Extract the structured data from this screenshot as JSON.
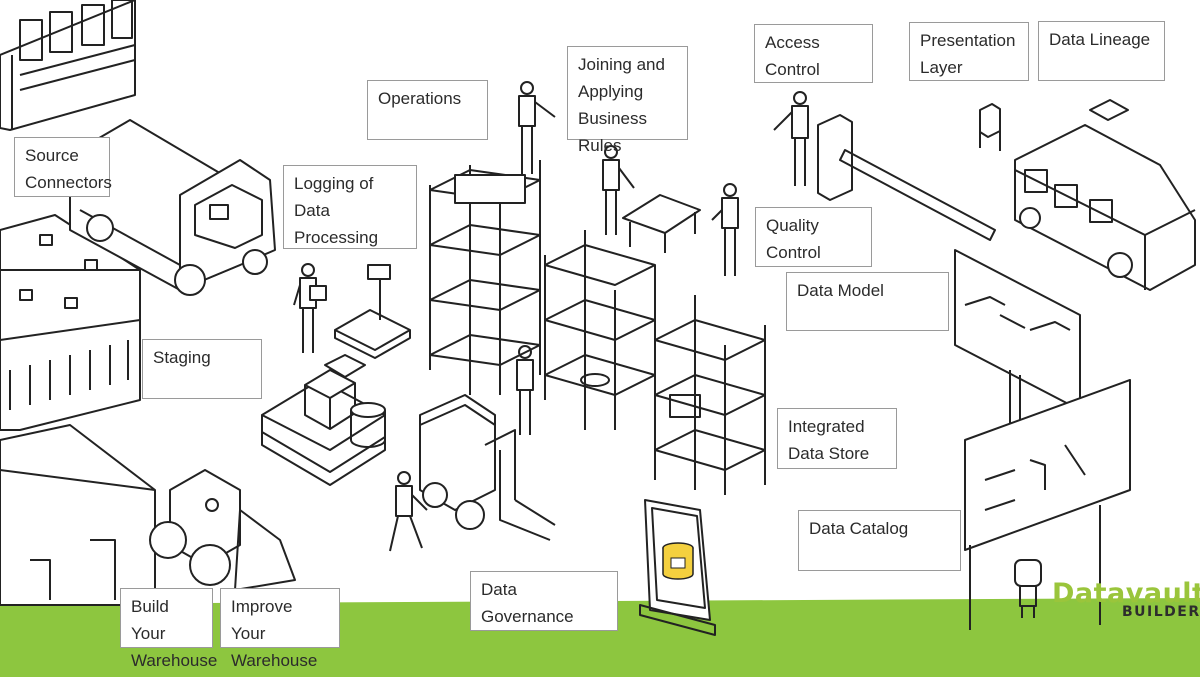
{
  "colors": {
    "ground": "#8dc63f",
    "accent": "#9ac53b",
    "line": "#222222",
    "highlight": "#f4d03f"
  },
  "labels": {
    "source_connectors": "Source\nConnectors",
    "logging": "Logging of Data\nProcessing",
    "operations": "Operations",
    "joining": "Joining and\nApplying\nBusiness Rules",
    "access_control": "Access Control",
    "presentation_layer": "Presentation\nLayer",
    "data_lineage": "Data Lineage",
    "quality_control": "Quality Control",
    "data_model": "Data Model",
    "staging": "Staging",
    "integrated_data_store": "Integrated\nData Store",
    "data_catalog": "Data Catalog",
    "data_governance": "Data Governance",
    "build_warehouse": "Build Your\nWarehouse",
    "improve_warehouse": "Improve Your\nWarehouse"
  },
  "logo": {
    "name": "Datavault",
    "subtitle": "BUILDER"
  }
}
